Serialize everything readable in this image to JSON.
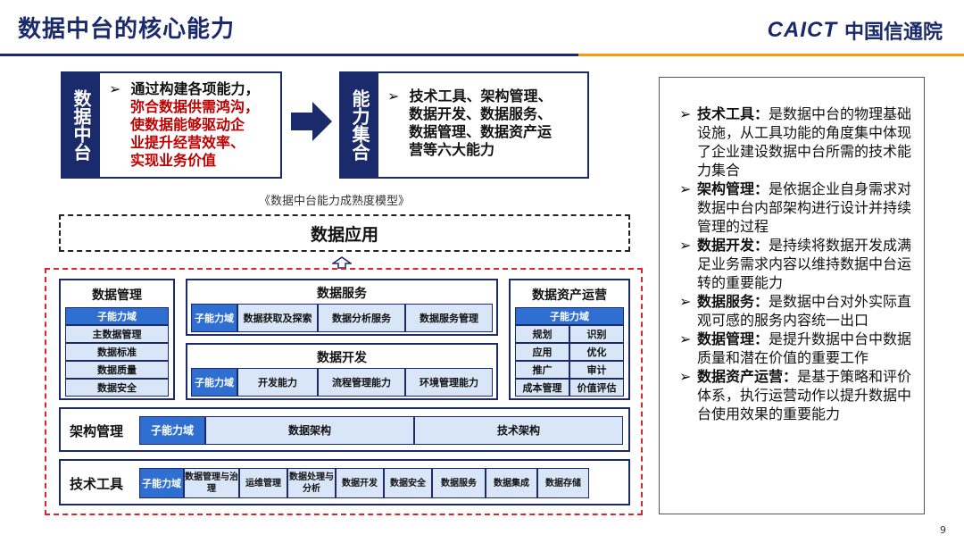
{
  "header": {
    "title": "数据中台的核心能力",
    "logo_en": "CAICT",
    "logo_cn": "中国信通院"
  },
  "top_left": {
    "tag": "数据中台",
    "bullet": "➢",
    "line1": "通过构建各项能力，",
    "line2": "弥合数据供需鸿沟，",
    "line3": "使数据能够驱动企",
    "line4": "业提升经营效率、",
    "line5": "实现业务价值"
  },
  "top_right": {
    "tag": "能力集合",
    "bullet": "➢",
    "line1": "技术工具、架构管理、",
    "line2": "数据开发、数据服务、",
    "line3": "数据管理、数据资产运",
    "line4": "营等六大能力"
  },
  "caption": "《数据中台能力成熟度模型》",
  "app_box": "数据应用",
  "data_mgmt": {
    "title": "数据管理",
    "items": [
      "子能力域",
      "主数据管理",
      "数据标准",
      "数据质量",
      "数据安全"
    ]
  },
  "data_service": {
    "title": "数据服务",
    "sub": "子能力域",
    "items": [
      "数据获取及探索",
      "数据分析服务",
      "数据服务管理"
    ]
  },
  "data_dev": {
    "title": "数据开发",
    "sub": "子能力域",
    "items": [
      "开发能力",
      "流程管理能力",
      "环境管理能力"
    ]
  },
  "asset_ops": {
    "title": "数据资产运营",
    "sub": "子能力域",
    "items": [
      "规划",
      "识别",
      "应用",
      "优化",
      "推广",
      "审计",
      "成本管理",
      "价值评估"
    ]
  },
  "arch_mgmt": {
    "title": "架构管理",
    "sub": "子能力域",
    "items": [
      "数据架构",
      "技术架构"
    ]
  },
  "tech_tools": {
    "title": "技术工具",
    "sub": "子能力域",
    "items": [
      "数据管理与治理",
      "运维管理",
      "数据处理与分析",
      "数据开发",
      "数据安全",
      "数据服务",
      "数据集成",
      "数据存储"
    ]
  },
  "right_panel": [
    {
      "bullet": "➢",
      "key": "技术工具：",
      "text": "是数据中台的物理基础设施，从工具功能的角度集中体现了企业建设数据中台所需的技术能力集合"
    },
    {
      "bullet": "➢",
      "key": "架构管理：",
      "text": "是依据企业自身需求对数据中台内部架构进行设计并持续管理的过程"
    },
    {
      "bullet": "➢",
      "key": "数据开发：",
      "text": "是持续将数据开发成满足业务需求内容以维持数据中台运转的重要能力"
    },
    {
      "bullet": "➢",
      "key": "数据服务：",
      "text": "是数据中台对外实际直观可感的服务内容统一出口"
    },
    {
      "bullet": "➢",
      "key": "数据管理：",
      "text": "是提升数据中台中数据质量和潜在价值的重要工作"
    },
    {
      "bullet": "➢",
      "key": "数据资产运营：",
      "text": "是基于策略和评价体系，执行运营动作以提升数据中台使用效果的重要能力"
    }
  ],
  "page_number": "9"
}
